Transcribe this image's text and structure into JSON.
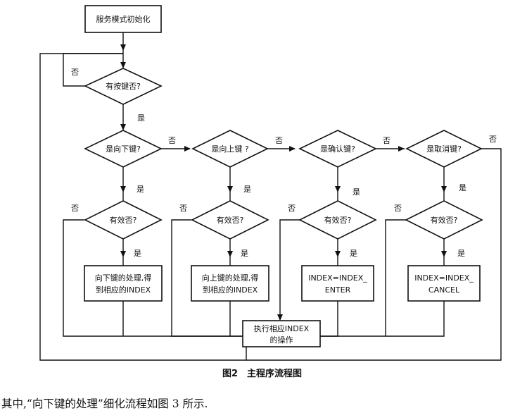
{
  "nodes": {
    "init": "服务模式初始化",
    "has_key": "有按键否?",
    "is_down": "是向下键?",
    "is_up": "是向上键 ?",
    "is_confirm": "是确认键?",
    "is_cancel": "是取消键?",
    "valid": "有效否?",
    "proc_down": [
      "向下键的处理,得",
      "到相应的INDEX"
    ],
    "proc_up": [
      "向上键的处理,得",
      "到相应的INDEX"
    ],
    "proc_enter": [
      "INDEX=INDEX_",
      "ENTER"
    ],
    "proc_cancel": [
      "INDEX=INDEX_",
      "CANCEL"
    ],
    "exec": [
      "执行相应INDEX",
      "的操作"
    ]
  },
  "labels": {
    "yes": "是",
    "no": "否"
  },
  "caption": "图2　主程序流程图",
  "body_text": "其中,“向下键的处理”细化流程如图 3 所示."
}
